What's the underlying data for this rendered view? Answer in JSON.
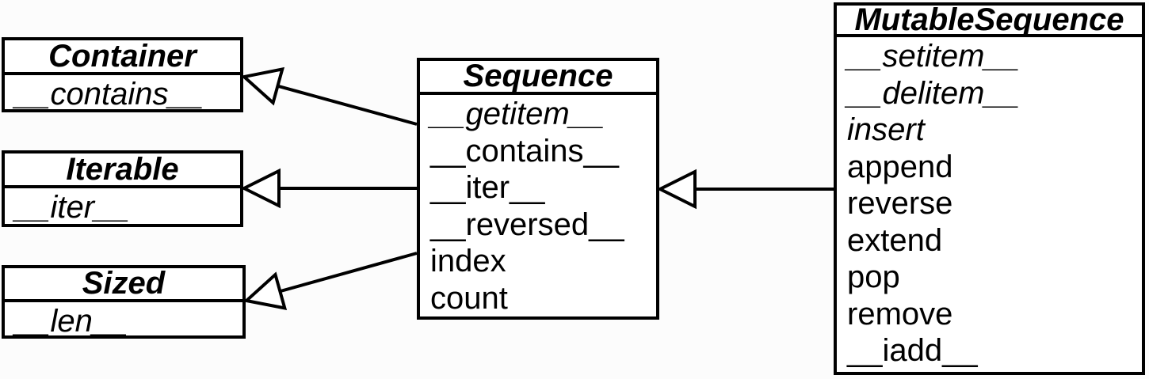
{
  "classes": [
    {
      "name": "Container",
      "members": [
        {
          "label": "__contains__",
          "style": "italic"
        }
      ]
    },
    {
      "name": "Iterable",
      "members": [
        {
          "label": "__iter__",
          "style": "italic"
        }
      ]
    },
    {
      "name": "Sized",
      "members": [
        {
          "label": "__len__",
          "style": "italic"
        }
      ]
    },
    {
      "name": "Sequence",
      "members": [
        {
          "label": "__getitem__",
          "style": "italic"
        },
        {
          "label": "__contains__",
          "style": "normal"
        },
        {
          "label": "__iter__",
          "style": "normal"
        },
        {
          "label": "__reversed__",
          "style": "normal"
        },
        {
          "label": "index",
          "style": "normal"
        },
        {
          "label": "count",
          "style": "normal"
        }
      ]
    },
    {
      "name": "MutableSequence",
      "members": [
        {
          "label": "__setitem__",
          "style": "italic"
        },
        {
          "label": "__delitem__",
          "style": "italic"
        },
        {
          "label": "insert",
          "style": "italic"
        },
        {
          "label": "append",
          "style": "normal"
        },
        {
          "label": "reverse",
          "style": "normal"
        },
        {
          "label": "extend",
          "style": "normal"
        },
        {
          "label": "pop",
          "style": "normal"
        },
        {
          "label": "remove",
          "style": "normal"
        },
        {
          "label": "__iadd__",
          "style": "normal"
        }
      ]
    }
  ],
  "relations": [
    {
      "from": "Sequence",
      "to": "Container",
      "type": "inheritance",
      "arrow": "hollow-triangle"
    },
    {
      "from": "Sequence",
      "to": "Iterable",
      "type": "inheritance",
      "arrow": "hollow-triangle"
    },
    {
      "from": "Sequence",
      "to": "Sized",
      "type": "inheritance",
      "arrow": "hollow-triangle"
    },
    {
      "from": "MutableSequence",
      "to": "Sequence",
      "type": "inheritance",
      "arrow": "hollow-triangle"
    }
  ],
  "colors": {
    "background": "#fcfcfc",
    "box_fill": "#ffffff",
    "border": "#000000",
    "text": "#000000"
  }
}
